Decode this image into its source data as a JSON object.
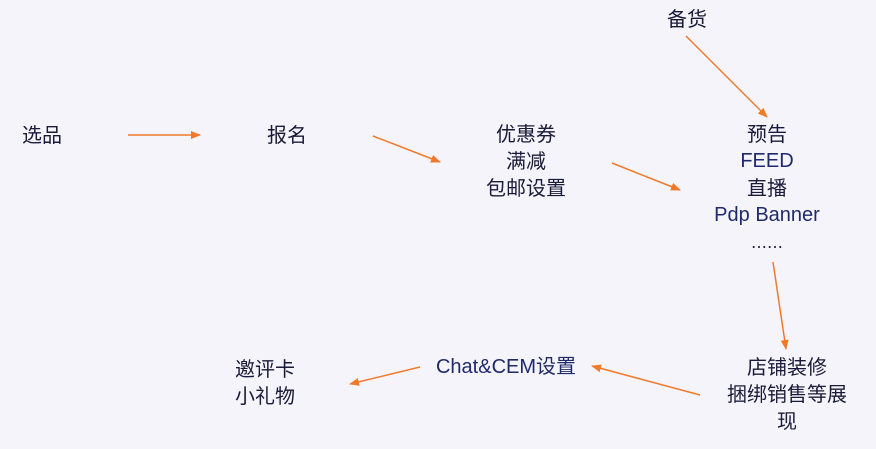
{
  "diagram": {
    "nodes": {
      "stock": [
        "备货"
      ],
      "select": [
        "选品"
      ],
      "signup": [
        "报名"
      ],
      "promo": [
        "优惠券",
        "满减",
        "包邮设置"
      ],
      "exposure": [
        "预告",
        "FEED",
        "直播",
        "Pdp Banner",
        "……"
      ],
      "store": [
        "店铺装修",
        "捆绑销售等展",
        "现"
      ],
      "chat": [
        "Chat&CEM设置"
      ],
      "review": [
        "邀评卡",
        "小礼物"
      ]
    },
    "colors": {
      "arrow": "#f07a2a",
      "text": "#1a1a3a",
      "latin_text": "#1f2a6b",
      "background": "#f4f4fa"
    }
  }
}
